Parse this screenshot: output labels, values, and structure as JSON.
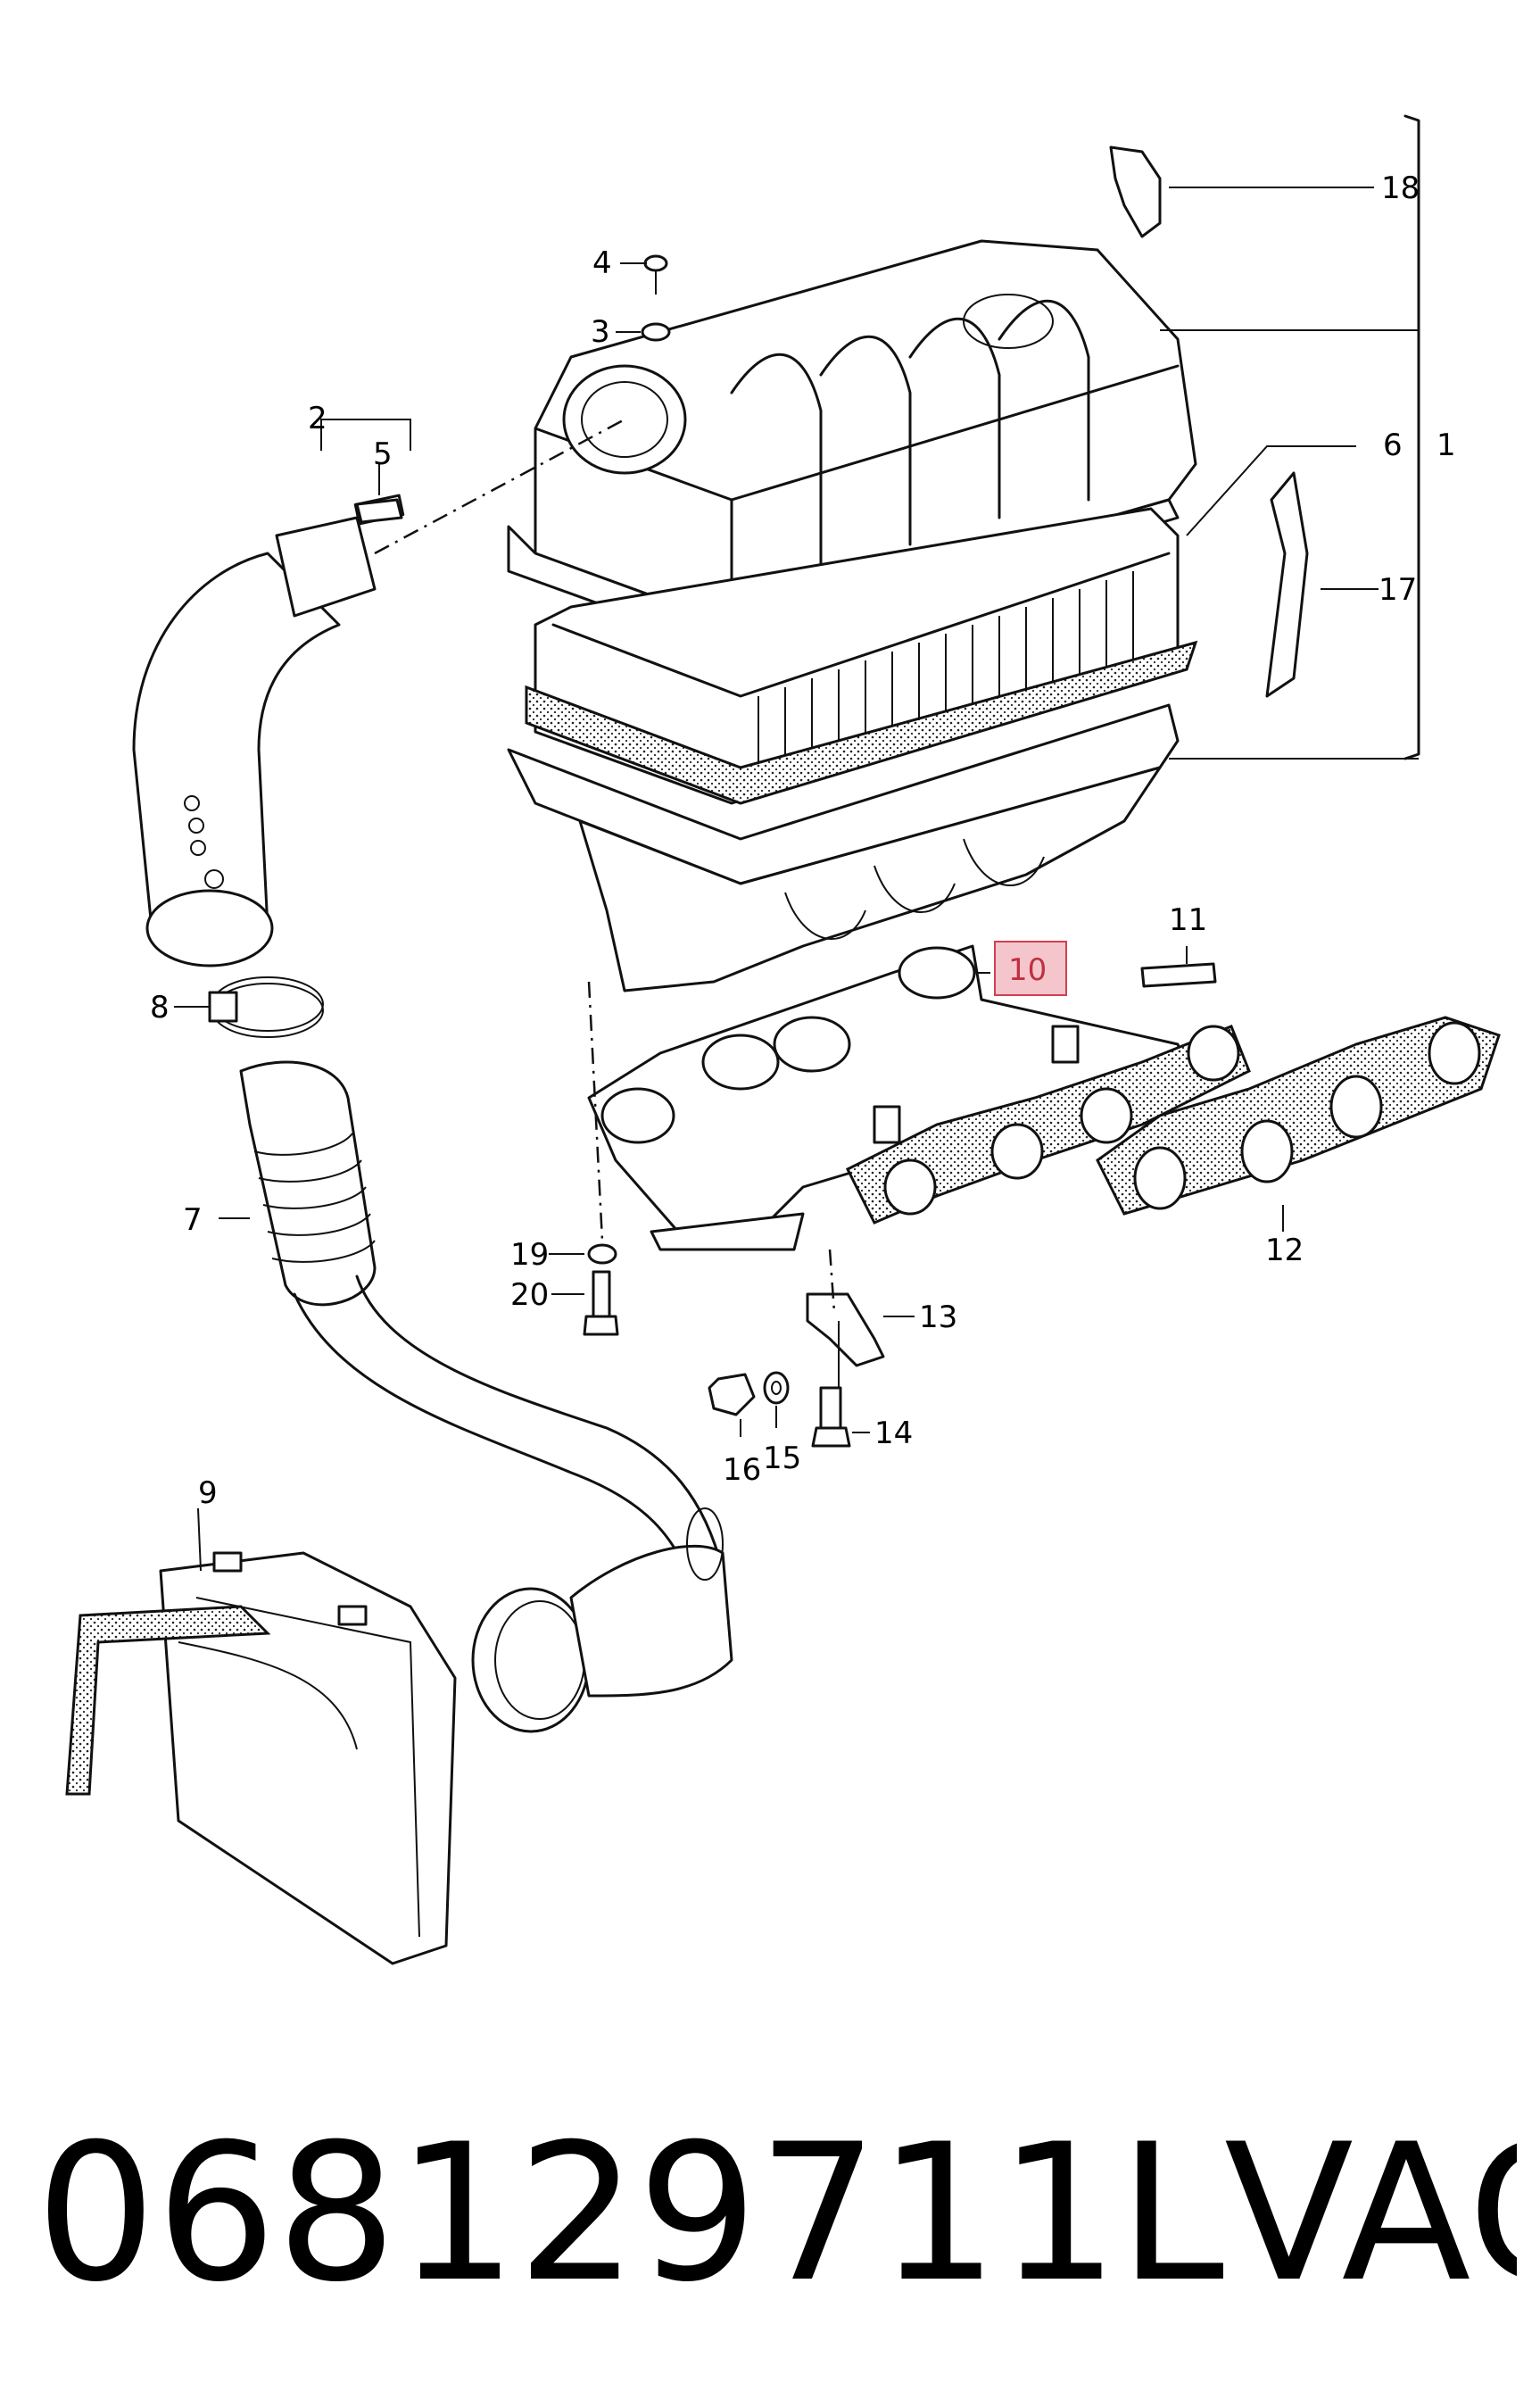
{
  "diagram": {
    "callouts": [
      {
        "id": "c1",
        "label": "1"
      },
      {
        "id": "c2",
        "label": "2"
      },
      {
        "id": "c3",
        "label": "3"
      },
      {
        "id": "c4",
        "label": "4"
      },
      {
        "id": "c5",
        "label": "5"
      },
      {
        "id": "c6",
        "label": "6"
      },
      {
        "id": "c7",
        "label": "7"
      },
      {
        "id": "c8",
        "label": "8"
      },
      {
        "id": "c9",
        "label": "9"
      },
      {
        "id": "c10",
        "label": "10",
        "highlighted": true
      },
      {
        "id": "c11",
        "label": "11"
      },
      {
        "id": "c12",
        "label": "12"
      },
      {
        "id": "c13",
        "label": "13"
      },
      {
        "id": "c14",
        "label": "14"
      },
      {
        "id": "c15",
        "label": "15"
      },
      {
        "id": "c16",
        "label": "16"
      },
      {
        "id": "c17",
        "label": "17"
      },
      {
        "id": "c18",
        "label": "18"
      },
      {
        "id": "c19",
        "label": "19"
      },
      {
        "id": "c20",
        "label": "20"
      }
    ],
    "highlight_color": "#f4c6cc",
    "highlight_border": "#d04050"
  },
  "footer": {
    "part_number": "068129711L",
    "brand": "VAG"
  }
}
